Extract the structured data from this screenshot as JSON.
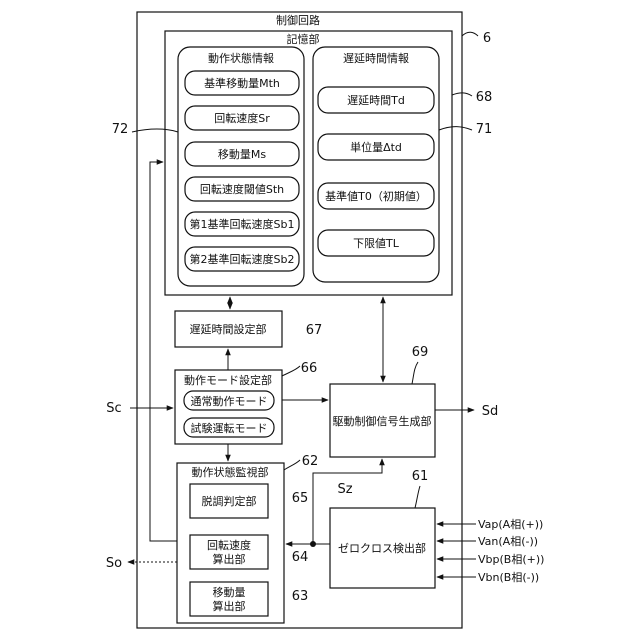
{
  "control_circuit": {
    "title": "制御回路",
    "ref": "6"
  },
  "storage": {
    "title": "記憶部",
    "ref": "68"
  },
  "operation_state_info": {
    "title": "動作状態情報",
    "ref": "72",
    "items": [
      "基準移動量Mth",
      "回転速度Sr",
      "移動量Ms",
      "回転速度閾値Sth",
      "第1基準回転速度Sb1",
      "第2基準回転速度Sb2"
    ]
  },
  "delay_time_info": {
    "title": "遅延時間情報",
    "ref": "71",
    "items": [
      "遅延時間Td",
      "単位量Δtd",
      "基準値T0（初期値）",
      "下限値TL"
    ]
  },
  "delay_setting": {
    "label": "遅延時間設定部",
    "ref": "67"
  },
  "mode_setting": {
    "title": "動作モード設定部",
    "ref": "66",
    "modes": [
      "通常動作モード",
      "試験運転モード"
    ]
  },
  "drive_signal": {
    "label": "駆動制御信号生成部",
    "ref": "69"
  },
  "state_monitor": {
    "title": "動作状態監視部",
    "ref": "62",
    "units": [
      {
        "line1": "脱調判定部",
        "line2": "",
        "ref": "65"
      },
      {
        "line1": "回転速度",
        "line2": "算出部",
        "ref": "64"
      },
      {
        "line1": "移動量",
        "line2": "算出部",
        "ref": "63"
      }
    ]
  },
  "zero_cross": {
    "label": "ゼロクロス検出部",
    "ref": "61"
  },
  "signals": {
    "sc": "Sc",
    "sd": "Sd",
    "so": "So",
    "sz": "Sz",
    "phases": [
      "Vap(A相(+))",
      "Van(A相(-))",
      "Vbp(B相(+))",
      "Vbn(B相(-))"
    ]
  }
}
